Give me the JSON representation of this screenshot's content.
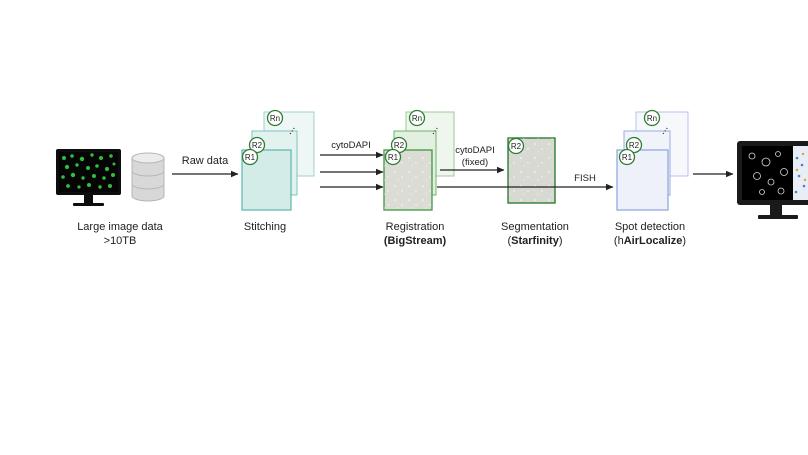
{
  "steps": {
    "input": {
      "label": "Large image data",
      "sublabel": ">10TB"
    },
    "stitching": {
      "label": "Stitching"
    },
    "registration": {
      "label": "Registration",
      "tool": "(BigStream)"
    },
    "segmentation": {
      "label": "Segmentation",
      "tool_open": "(",
      "tool_name": "Starfinity",
      "tool_close": ")"
    },
    "spot_detection": {
      "label": "Spot detection",
      "tool_prefix": "(h",
      "tool_name": "AirLocalize",
      "tool_close": ")"
    }
  },
  "arrows": {
    "raw_data": "Raw data",
    "cytodapi": "cytoDAPI",
    "cytodapi_fixed_line1": "cytoDAPI",
    "cytodapi_fixed_line2": "(fixed)",
    "fish": "FISH"
  },
  "round_badges": {
    "r1": "R1",
    "r2": "R2",
    "rn": "Rn"
  },
  "colors": {
    "stitching": "#7cc6be",
    "registration": "#3e9a3e",
    "segmentation": "#2f7d32",
    "spot_detection": "#8aa3dc",
    "badge": "#2e7d32",
    "arrow": "#222222"
  }
}
